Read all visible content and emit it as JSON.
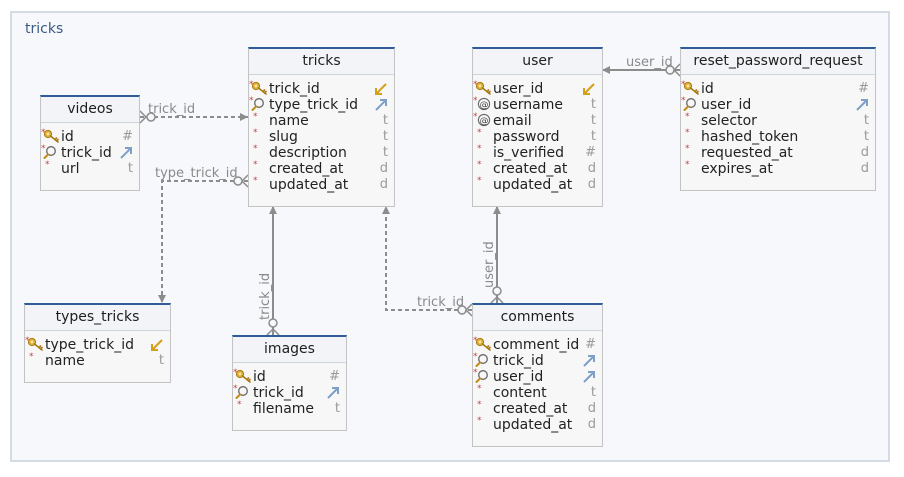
{
  "schema": {
    "title": "tricks"
  },
  "tables": [
    {
      "id": "tricks",
      "name": "tricks",
      "columns": [
        {
          "name": "trick_id",
          "type": "",
          "key": "pk",
          "ref": "sw"
        },
        {
          "name": "type_trick_id",
          "type": "",
          "key": "fk",
          "ref": "ne"
        },
        {
          "name": "name",
          "type": "t",
          "key": "req",
          "ref": ""
        },
        {
          "name": "slug",
          "type": "t",
          "key": "req",
          "ref": ""
        },
        {
          "name": "description",
          "type": "t",
          "key": "req",
          "ref": ""
        },
        {
          "name": "created_at",
          "type": "d",
          "key": "req",
          "ref": ""
        },
        {
          "name": "updated_at",
          "type": "d",
          "key": "req",
          "ref": ""
        }
      ]
    },
    {
      "id": "user",
      "name": "user",
      "columns": [
        {
          "name": "user_id",
          "type": "",
          "key": "pk",
          "ref": "sw"
        },
        {
          "name": "username",
          "type": "t",
          "key": "unique",
          "ref": ""
        },
        {
          "name": "email",
          "type": "t",
          "key": "unique",
          "ref": ""
        },
        {
          "name": "password",
          "type": "t",
          "key": "req",
          "ref": ""
        },
        {
          "name": "is_verified",
          "type": "#",
          "key": "req",
          "ref": ""
        },
        {
          "name": "created_at",
          "type": "d",
          "key": "req",
          "ref": ""
        },
        {
          "name": "updated_at",
          "type": "d",
          "key": "req",
          "ref": ""
        }
      ]
    },
    {
      "id": "reset",
      "name": "reset_password_request",
      "columns": [
        {
          "name": "id",
          "type": "#",
          "key": "pk",
          "ref": ""
        },
        {
          "name": "user_id",
          "type": "",
          "key": "fk",
          "ref": "ne"
        },
        {
          "name": "selector",
          "type": "t",
          "key": "req",
          "ref": ""
        },
        {
          "name": "hashed_token",
          "type": "t",
          "key": "req",
          "ref": ""
        },
        {
          "name": "requested_at",
          "type": "d",
          "key": "req",
          "ref": ""
        },
        {
          "name": "expires_at",
          "type": "d",
          "key": "req",
          "ref": ""
        }
      ]
    },
    {
      "id": "videos",
      "name": "videos",
      "columns": [
        {
          "name": "id",
          "type": "#",
          "key": "pk",
          "ref": ""
        },
        {
          "name": "trick_id",
          "type": "",
          "key": "fk",
          "ref": "ne"
        },
        {
          "name": "url",
          "type": "t",
          "key": "req",
          "ref": ""
        }
      ]
    },
    {
      "id": "types",
      "name": "types_tricks",
      "columns": [
        {
          "name": "type_trick_id",
          "type": "",
          "key": "pk",
          "ref": "sw"
        },
        {
          "name": "name",
          "type": "t",
          "key": "req",
          "ref": ""
        }
      ]
    },
    {
      "id": "images",
      "name": "images",
      "columns": [
        {
          "name": "id",
          "type": "#",
          "key": "pk",
          "ref": ""
        },
        {
          "name": "trick_id",
          "type": "",
          "key": "fk",
          "ref": "ne"
        },
        {
          "name": "filename",
          "type": "t",
          "key": "req",
          "ref": ""
        }
      ]
    },
    {
      "id": "comments",
      "name": "comments",
      "columns": [
        {
          "name": "comment_id",
          "type": "#",
          "key": "pk",
          "ref": ""
        },
        {
          "name": "trick_id",
          "type": "",
          "key": "fk",
          "ref": "ne"
        },
        {
          "name": "user_id",
          "type": "",
          "key": "fk",
          "ref": "ne"
        },
        {
          "name": "content",
          "type": "t",
          "key": "req",
          "ref": ""
        },
        {
          "name": "created_at",
          "type": "d",
          "key": "req",
          "ref": ""
        },
        {
          "name": "updated_at",
          "type": "d",
          "key": "req",
          "ref": ""
        }
      ]
    }
  ],
  "relations": [
    {
      "id": "rel-videos-tricks",
      "label": "trick_id",
      "style": "dashed"
    },
    {
      "id": "rel-types-tricks",
      "label": "type_trick_id",
      "style": "dashed"
    },
    {
      "id": "rel-images-tricks",
      "label": "trick_id",
      "style": "solid"
    },
    {
      "id": "rel-comments-tricks",
      "label": "trick_id",
      "style": "dashed"
    },
    {
      "id": "rel-comments-user",
      "label": "user_id",
      "style": "solid"
    },
    {
      "id": "rel-reset-user",
      "label": "user_id",
      "style": "solid"
    }
  ],
  "colors": {
    "header_rule": "#2f5d9b",
    "line": "#8c8c8c",
    "key_gold": "#d4a017",
    "ref_blue": "#7da0c8",
    "required": "#d03c3c"
  }
}
